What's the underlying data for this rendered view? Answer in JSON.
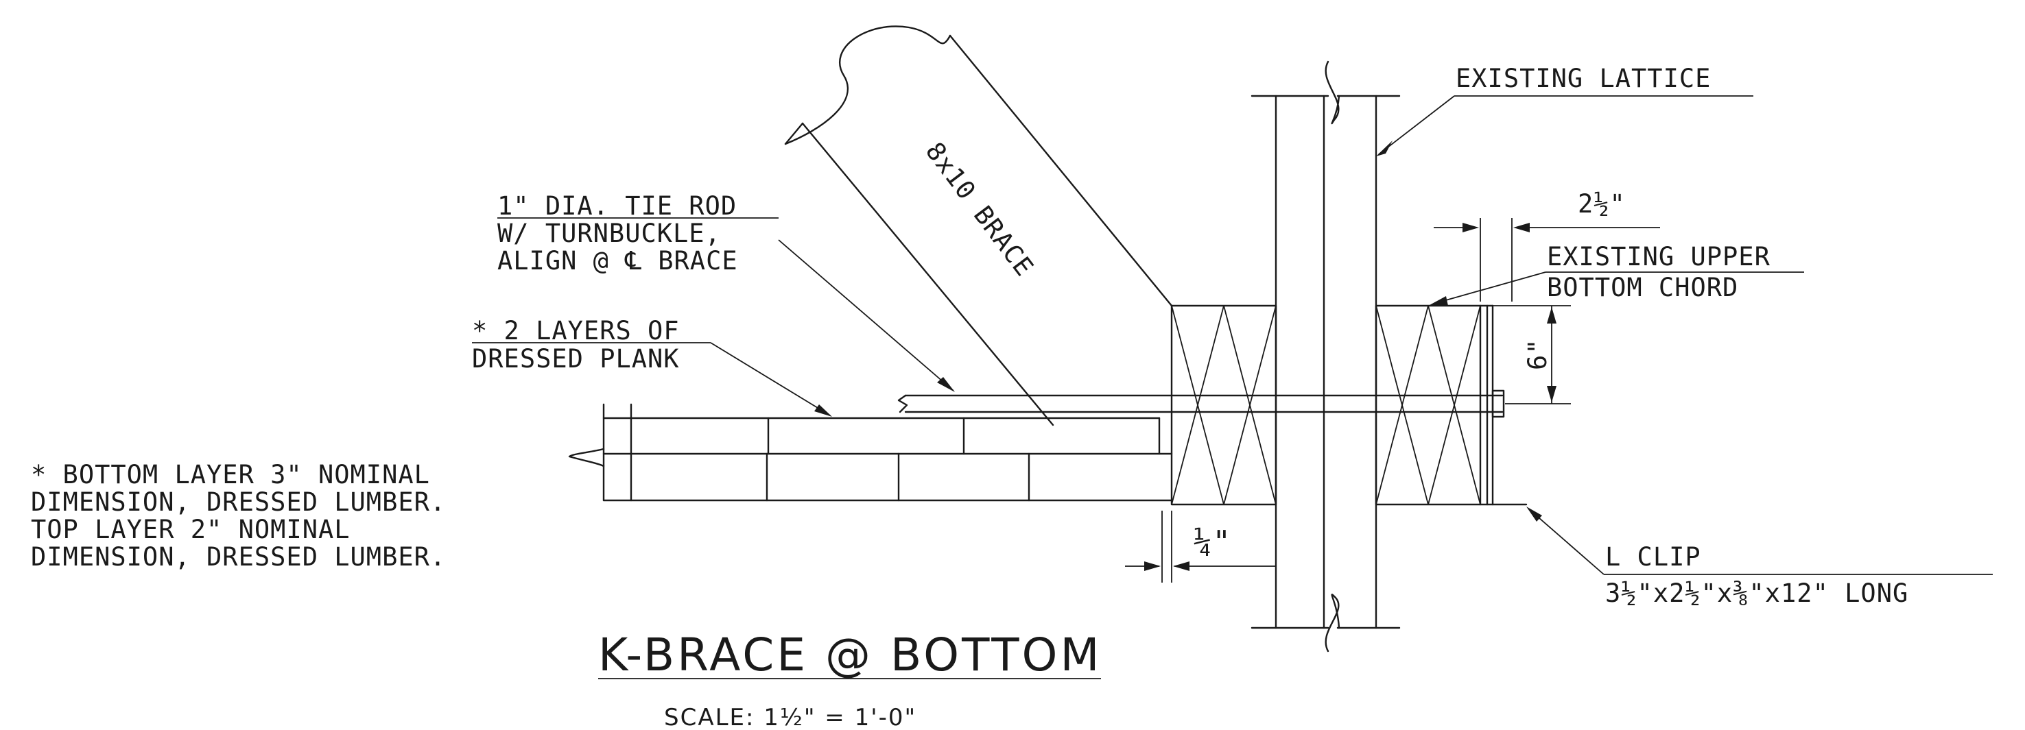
{
  "labels": {
    "existing_lattice": "EXISTING LATTICE",
    "brace": "8x10 BRACE",
    "tie_rod_1": "1\" DIA. TIE ROD",
    "tie_rod_2": "W/ TURNBUCKLE,",
    "tie_rod_3": "ALIGN @ ℄ BRACE",
    "dim_top": "2½\"",
    "upper_chord_1": "EXISTING UPPER",
    "upper_chord_2": "BOTTOM CHORD",
    "dim_side": "6\"",
    "plank_1": "* 2 LAYERS OF",
    "plank_2": "DRESSED PLANK",
    "note_1": "* BOTTOM LAYER 3\" NOMINAL",
    "note_2": "DIMENSION, DRESSED LUMBER.",
    "note_3": "TOP LAYER 2\" NOMINAL",
    "note_4": "DIMENSION, DRESSED LUMBER.",
    "dim_quarter": "¼\"",
    "l_clip": "L CLIP",
    "l_clip_size": "3½\"x2½\"x⅜\"x12\" LONG"
  },
  "title": "K-BRACE @ BOTTOM",
  "scale": "SCALE: 1½\" = 1'-0\""
}
